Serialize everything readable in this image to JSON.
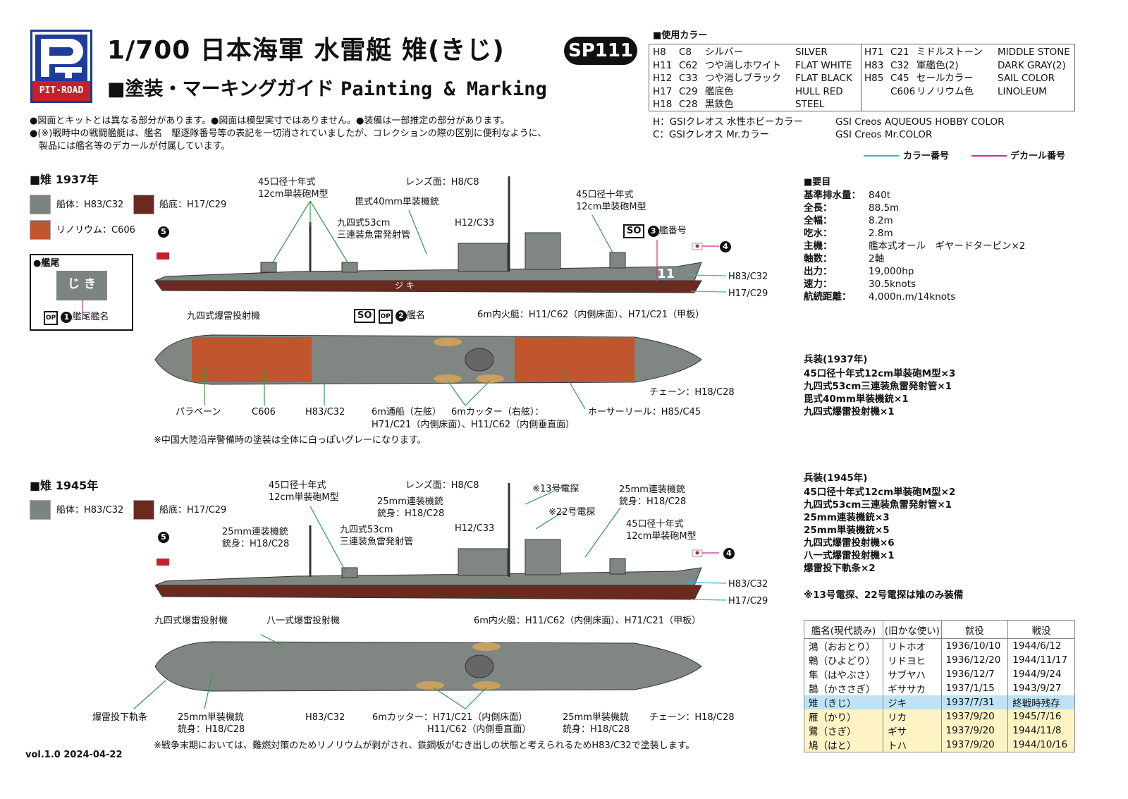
{
  "header": {
    "brand": "PIT-ROAD",
    "title": "1/700  日本海軍 水雷艇 雉(きじ)",
    "code": "SP111",
    "subtitle_jp": "■塗装・マーキングガイド ",
    "subtitle_en": "Painting & Marking"
  },
  "notes": [
    "●図面とキットとは異なる部分があります。●図面は模型実寸ではありません。●装備は一部推定の部分があります。",
    "●(※)戦時中の戦闘艦艇は、艦名　駆逐隊番号等の表記を一切消されていましたが、コレクションの際の区別に便利なように、",
    "　製品には艦名等のデカールが付属しています。"
  ],
  "colors": {
    "heading": "■使用カラー",
    "left": [
      [
        "H8",
        "C8",
        "シルバー",
        "SILVER"
      ],
      [
        "H11",
        "C62",
        "つや消しホワイト",
        "FLAT WHITE"
      ],
      [
        "H12",
        "C33",
        "つや消しブラック",
        "FLAT BLACK"
      ],
      [
        "H17",
        "C29",
        "艦底色",
        "HULL RED"
      ],
      [
        "H18",
        "C28",
        "黒鉄色",
        "STEEL"
      ]
    ],
    "right": [
      [
        "H71",
        "C21",
        "ミドルストーン",
        "MIDDLE STONE"
      ],
      [
        "H83",
        "C32",
        "軍艦色(2)",
        "DARK GRAY(2)"
      ],
      [
        "H85",
        "C45",
        "セールカラー",
        "SAIL COLOR"
      ],
      [
        "",
        "C606",
        "リノリウム色",
        "LINOLEUM"
      ]
    ],
    "key_h": "H：GSIクレオス 水性ホビーカラー",
    "key_h_en": "GSI Creos AQUEOUS HOBBY COLOR",
    "key_c": "C：GSIクレオス Mr.カラー",
    "key_c_en": "GSI Creos Mr.COLOR",
    "legend_color": "カラー番号",
    "legend_decal": "デカール番号",
    "color_line": "#3fb0dc",
    "decal_line": "#d0308a"
  },
  "swatches": {
    "hull": "#7c8480",
    "bottom": "#6a2a20",
    "linoleum": "#c0552e"
  },
  "s1937": {
    "heading": "■雉 1937年",
    "hull": "船体：H83/C32",
    "bottom": "船底：H17/C29",
    "linoleum": "リノリウム：C606",
    "stern_heading": "●艦尾",
    "stern_name": "じ き",
    "stern_label": "艦尾艦名",
    "n1": "1",
    "n2": "2",
    "n3": "3",
    "n4": "4",
    "n5": "5",
    "so": "SO",
    "op": "OP",
    "hull_kana": "ジ キ",
    "hull_no": "11",
    "labels": {
      "gun1": "45口径十年式\n12cm単装砲M型",
      "lens": "レンズ面：H8/C8",
      "mg40": "毘式40mm単装機銃",
      "torp": "九四式53cm\n三連装魚雷発射管",
      "h12": "H12/C33",
      "gun2": "45口径十年式\n12cm単装砲M型",
      "hullno": "艦番号",
      "h83": "H83/C32",
      "h17": "H17/C29",
      "dc": "九四式爆雷投射機",
      "name": "艦名",
      "launch": "6m内火艇：H11/C62（内側床面）、H71/C21（甲板）",
      "chain": "チェーン：H18/C28",
      "paravane": "パラベーン",
      "c606": "C606",
      "deck": "H83/C32",
      "boat": "6m通船（左舷）",
      "cutter": "6mカッター（右舷）：",
      "cutter2": "H71/C21（内側床面）、H11/C62（内側垂直面）",
      "hawser": "ホーサーリール：H85/C45"
    },
    "note": "※中国大陸沿岸警備時の塗装は全体に白っぽいグレーになります。"
  },
  "s1945": {
    "heading": "■雉 1945年",
    "hull": "船体：H83/C32",
    "bottom": "船底：H17/C29",
    "n4": "4",
    "n5": "5",
    "labels": {
      "gun1": "45口径十年式\n12cm単装砲M型",
      "lens": "レンズ面：H8/C8",
      "r13": "※13号電探",
      "mgt1": "25mm連装機銃\n銃身：H18/C28",
      "mgt2": "25mm連装機銃\n銃身：H18/C28",
      "r22": "※22号電探",
      "torp": "九四式53cm\n三連装魚雷発射管",
      "h12": "H12/C33",
      "gun2": "45口径十年式\n12cm単装砲M型",
      "mgt3": "25mm連装機銃\n銃身：H18/C28",
      "h83": "H83/C32",
      "h17": "H17/C29",
      "dc94": "九四式爆雷投射機",
      "dc81": "八一式爆雷投射機",
      "launch": "6m内火艇：H11/C62（内側床面）、H71/C21（甲板）",
      "rail": "爆雷投下軌条",
      "mgs1": "25mm単装機銃\n銃身：H18/C28",
      "deck": "H83/C32",
      "cutter": "6mカッター：H71/C21（内側床面）\n　　　　　　H11/C62（内側垂直面）",
      "mgs2": "25mm単装機銃\n銃身：H18/C28",
      "chain": "チェーン：H18/C28"
    },
    "note": "※戦争末期においては、難燃対策のためリノリウムが剥がされ、鉄鋼板がむき出しの状態と考えられるためH83/C32で塗装します。"
  },
  "specs": {
    "heading": "■要目",
    "rows": [
      [
        "基準排水量：",
        "840t"
      ],
      [
        "全長：",
        "88.5m"
      ],
      [
        "全幅：",
        "8.2m"
      ],
      [
        "吃水：",
        "2.8m"
      ],
      [
        "主機：",
        "艦本式オール　ギヤードタービン×2"
      ],
      [
        "軸数：",
        "2軸"
      ],
      [
        "出力：",
        "19,000hp"
      ],
      [
        "速力：",
        "30.5knots"
      ],
      [
        "航続距離：",
        "4,000n.m/14knots"
      ]
    ]
  },
  "arm1937": {
    "heading": "兵装(1937年)",
    "rows": [
      "45口径十年式12cm単装砲M型×3",
      "九四式53cm三連装魚雷発射管×1",
      "毘式40mm単装機銃×1",
      "九四式爆雷投射機×1"
    ]
  },
  "arm1945": {
    "heading": "兵装(1945年)",
    "rows": [
      "45口径十年式12cm単装砲M型×2",
      "九四式53cm三連装魚雷発射管×1",
      "25mm連装機銃×3",
      "25mm単装機銃×5",
      "九四式爆雷投射機×6",
      "八一式爆雷投射機×1",
      "爆雷投下軌条×2"
    ],
    "note": "※13号電探、22号電探は雉のみ装備"
  },
  "ship_table": {
    "headers": [
      "艦名(現代読み)",
      "(旧かな使い)",
      "就役",
      "戦没"
    ],
    "rows": [
      [
        "鴻（おおとり）",
        "リトホオ",
        "1936/10/10",
        "1944/6/12"
      ],
      [
        "鵯（ひよどり）",
        "リドヨヒ",
        "1936/12/20",
        "1944/11/17"
      ],
      [
        "隼（はやぶさ）",
        "サブヤハ",
        "1936/12/7",
        "1944/9/24"
      ],
      [
        "鵲（かささぎ）",
        "ギササカ",
        "1937/1/15",
        "1943/9/27"
      ],
      [
        "雉（きじ）",
        "ジキ",
        "1937/7/31",
        "終戦時残存"
      ],
      [
        "雁（かり）",
        "リカ",
        "1937/9/20",
        "1945/7/16"
      ],
      [
        "鷺（さぎ）",
        "ギサ",
        "1937/9/20",
        "1944/11/8"
      ],
      [
        "鳩（はと）",
        "トハ",
        "1937/9/20",
        "1944/10/16"
      ]
    ]
  },
  "version": "vol.1.0 2024-04-22"
}
